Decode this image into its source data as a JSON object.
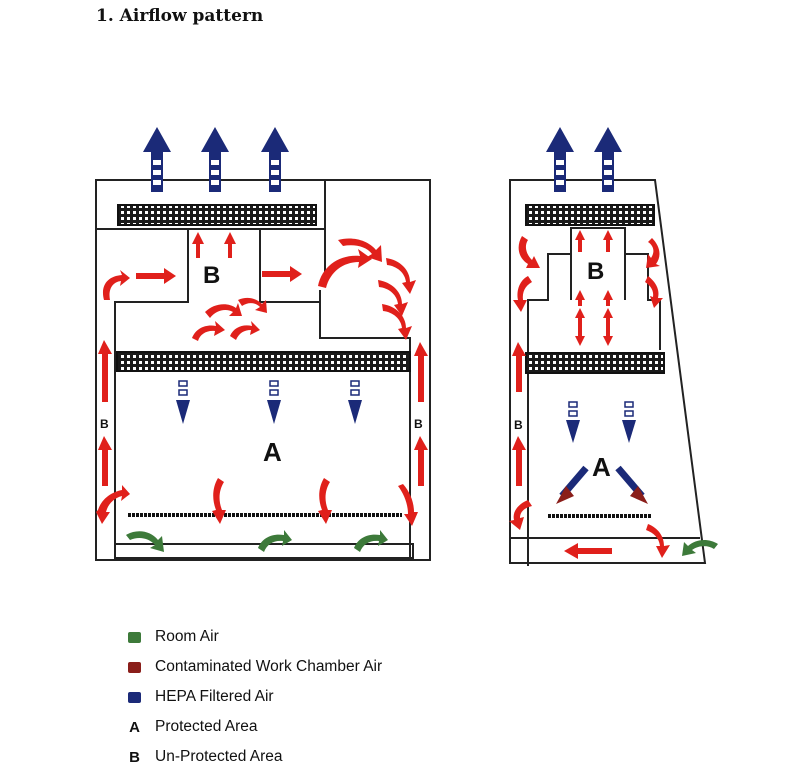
{
  "title": "1. Airflow pattern",
  "colors": {
    "room_air": "#3d7a3a",
    "contaminated": "#e0201b",
    "hepa": "#1b2a78",
    "outline": "#222222"
  },
  "front_view": {
    "zone_b_label": "B",
    "zone_a_label": "A",
    "side_label_left": "B",
    "side_label_right": "B"
  },
  "side_view": {
    "zone_b_label": "B",
    "zone_a_label": "A",
    "side_label_left": "B"
  },
  "legend": [
    {
      "marker": "swatch",
      "color": "#3d7a3a",
      "icon": "green-square-icon",
      "label": "Room Air"
    },
    {
      "marker": "swatch",
      "color": "#8a1e1a",
      "icon": "red-square-icon",
      "label": "Contaminated Work Chamber Air"
    },
    {
      "marker": "swatch",
      "color": "#1b2a78",
      "icon": "blue-square-icon",
      "label": "HEPA Filtered Air"
    },
    {
      "marker": "letter",
      "letter": "A",
      "label": "Protected Area"
    },
    {
      "marker": "letter",
      "letter": "B",
      "label": "Un-Protected Area"
    }
  ]
}
